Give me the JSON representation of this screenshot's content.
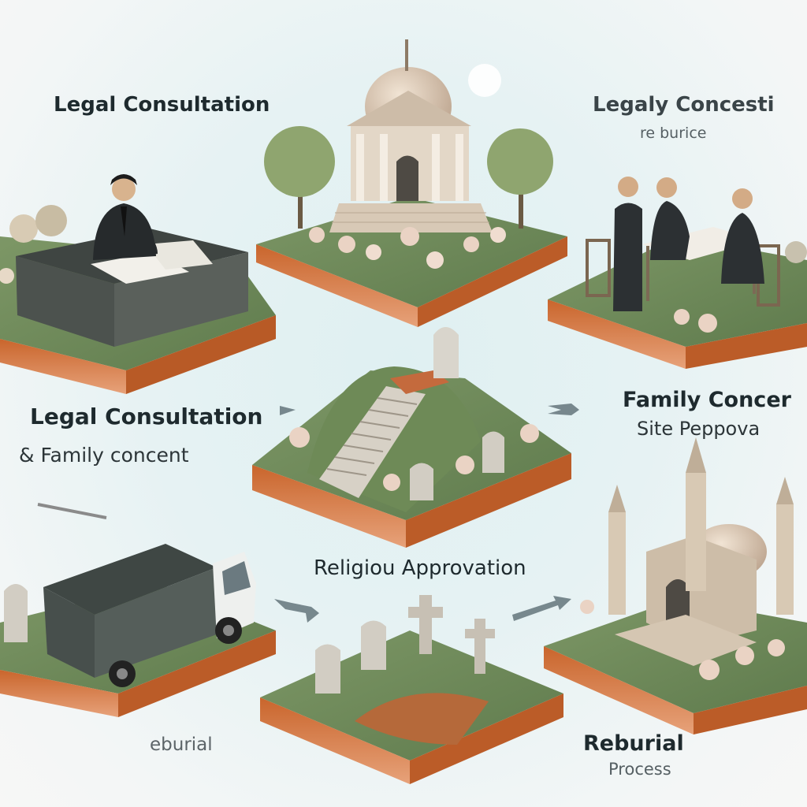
{
  "labels": {
    "top_left": "Legal Consultation",
    "top_right_1": "Legaly Concesti",
    "top_right_2": "re burice",
    "mid_left_1": "Legal Consultation",
    "mid_left_2": "& Family concent",
    "mid_right_1": "Family Concer",
    "mid_right_2": "Site Peppova",
    "center_bottom": "Religiou Approvation",
    "bottom_left": "eburial",
    "bottom_right_1": "Reburial",
    "bottom_right_2": "Process"
  },
  "colors": {
    "grass": "#6f8a5a",
    "soil": "#c96b34",
    "stone": "#cfc6b8",
    "suit": "#2a2e30",
    "background": "#e3f1f2"
  }
}
